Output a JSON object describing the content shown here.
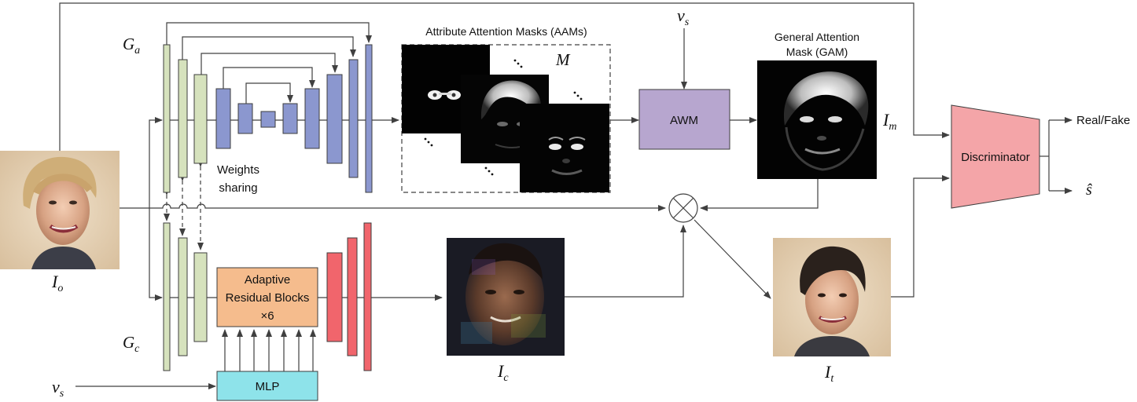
{
  "labels": {
    "aam_title": "Attribute Attention Masks (AAMs)",
    "m_symbol": "M",
    "vs_top": "v",
    "vs_top_sub": "s",
    "gam_title_line1": "General Attention",
    "gam_title_line2": "Mask (GAM)",
    "im": "I",
    "im_sub": "m",
    "ga": "G",
    "ga_sub": "a",
    "gc": "G",
    "gc_sub": "c",
    "io": "I",
    "io_sub": "o",
    "ic": "I",
    "ic_sub": "c",
    "it": "I",
    "it_sub": "t",
    "vs_bottom": "v",
    "vs_bottom_sub": "s",
    "weights_line1": "Weights",
    "weights_line2": "sharing",
    "awm": "AWM",
    "arb_line1": "Adaptive",
    "arb_line2": "Residual Blocks",
    "arb_line3": "×6",
    "mlp": "MLP",
    "discriminator": "Discriminator",
    "real_fake": "Real/Fake",
    "s_hat": "ŝ"
  },
  "colors": {
    "green_block": "#d6e2bd",
    "blue_block": "#8b97cf",
    "red_block": "#f1656c",
    "awm_box": "#b7a6cf",
    "arb_box": "#f5bc8d",
    "mlp_box": "#8ee3ea",
    "discriminator": "#f4a5a8"
  }
}
